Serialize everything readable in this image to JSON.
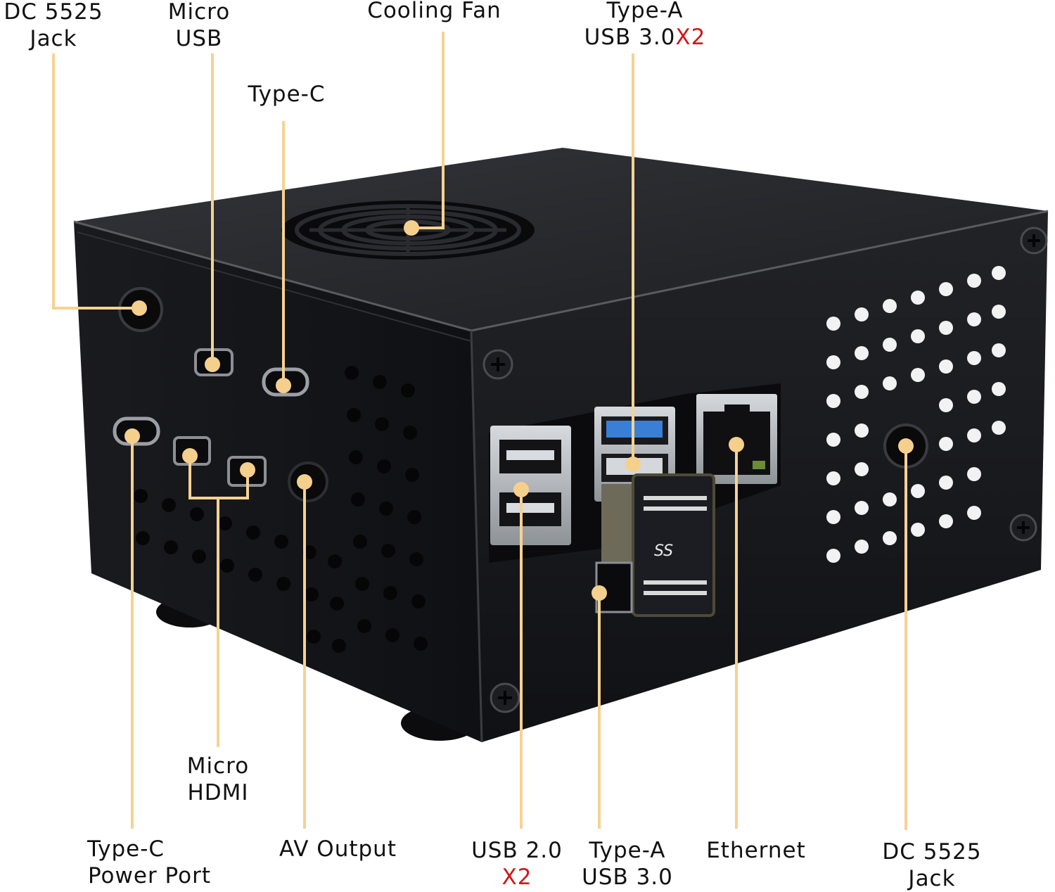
{
  "colors": {
    "leader": "#f5d293",
    "leader_dot": "#f5cf8c",
    "emphasis": "#d01818",
    "case_body": "#16171a",
    "case_top": "#2b2c30",
    "port_metal": "#b8bcc2",
    "usb3_blue": "#3a7fd6"
  },
  "labels": {
    "dc_jack_left": {
      "line1": "DC 5525",
      "line2": "Jack"
    },
    "micro_usb": {
      "line1": "Micro",
      "line2": "USB"
    },
    "cooling_fan": {
      "line1": "Cooling Fan"
    },
    "type_a_usb3_x2": {
      "line1": "Type-A",
      "line2": "USB 3.0",
      "line2_suffix": "X2"
    },
    "type_c": {
      "line1": "Type-C"
    },
    "micro_hdmi": {
      "line1": "Micro",
      "line2": "HDMI"
    },
    "type_c_power": {
      "line1": "Type-C",
      "line2": "Power Port"
    },
    "av_output": {
      "line1": "AV Output"
    },
    "usb2_x2": {
      "line1": "USB 2.0",
      "line2": "X2"
    },
    "type_a_usb3": {
      "line1": "Type-A",
      "line2": "USB 3.0"
    },
    "ethernet": {
      "line1": "Ethernet"
    },
    "dc_jack_right": {
      "line1": "DC 5525",
      "line2": "Jack"
    }
  },
  "icons": [
    "fan-grille-icon",
    "screw-icon",
    "ss-usb-logo-icon"
  ]
}
